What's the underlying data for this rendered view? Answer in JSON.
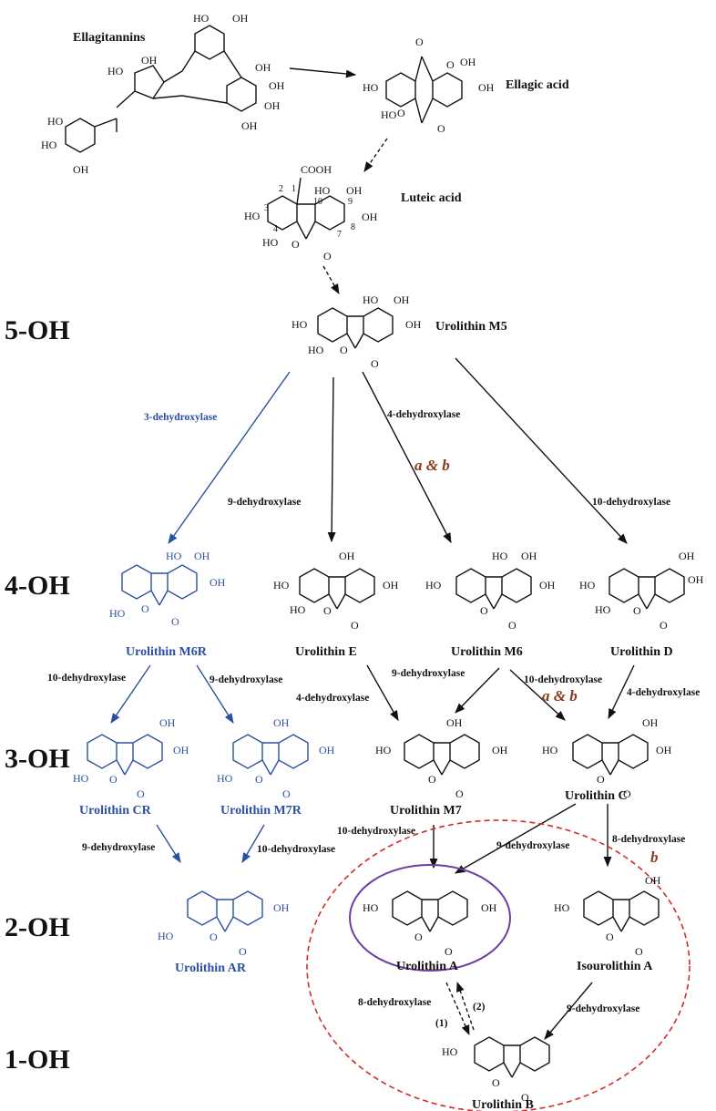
{
  "levels": [
    "5-OH",
    "4-OH",
    "3-OH",
    "2-OH",
    "1-OH"
  ],
  "compounds": {
    "ellagitannins": "Ellagitannins",
    "ellagic_acid": "Ellagic acid",
    "luteic_acid": "Luteic acid",
    "m5": "Urolithin M5",
    "m6r": "Urolithin M6R",
    "e": "Urolithin E",
    "m6": "Urolithin M6",
    "d": "Urolithin D",
    "cr": "Urolithin CR",
    "m7r": "Urolithin M7R",
    "m7": "Urolithin M7",
    "c": "Urolithin C",
    "ar": "Urolithin AR",
    "a": "Urolithin A",
    "isoa": "Isourolithin A",
    "b": "Urolithin B"
  },
  "enzymes": {
    "m5_m6r": "3-dehydroxylase",
    "m5_e": "9-dehydroxylase",
    "m5_m6": "4-dehydroxylase",
    "m5_d": "10-dehydroxylase",
    "m6r_cr": "10-dehydroxylase",
    "m6r_m7r": "9-dehydroxylase",
    "m6_m7": "9-dehydroxylase",
    "e_m7": "4-dehydroxylase",
    "m6_c": "10-dehydroxylase",
    "d_c": "4-dehydroxylase",
    "cr_ar": "9-dehydroxylase",
    "m7r_ar": "10-dehydroxylase",
    "m7_a": "10-dehydroxylase",
    "c_a": "9-dehydroxylase",
    "c_isoa": "8-dehydroxylase",
    "a_b": "8-dehydroxylase",
    "isoa_b": "9-dehydroxylase"
  },
  "tags": {
    "ab1": "a & b",
    "ab2": "a & b",
    "b": "b",
    "p1": "(1)",
    "p2": "(2)"
  },
  "atoms": {
    "oh": "OH",
    "ho": "HO",
    "o": "O",
    "cooh": "COOH"
  },
  "numbering": [
    "1",
    "2",
    "3",
    "4",
    "7",
    "8",
    "9",
    "10"
  ],
  "colors": {
    "black": "#111111",
    "blue": "#2b4fa3",
    "tag_brown": "#8b3a1e",
    "dashed_red": "#d42a2a",
    "ellipse_purple": "#6b3fa0"
  }
}
